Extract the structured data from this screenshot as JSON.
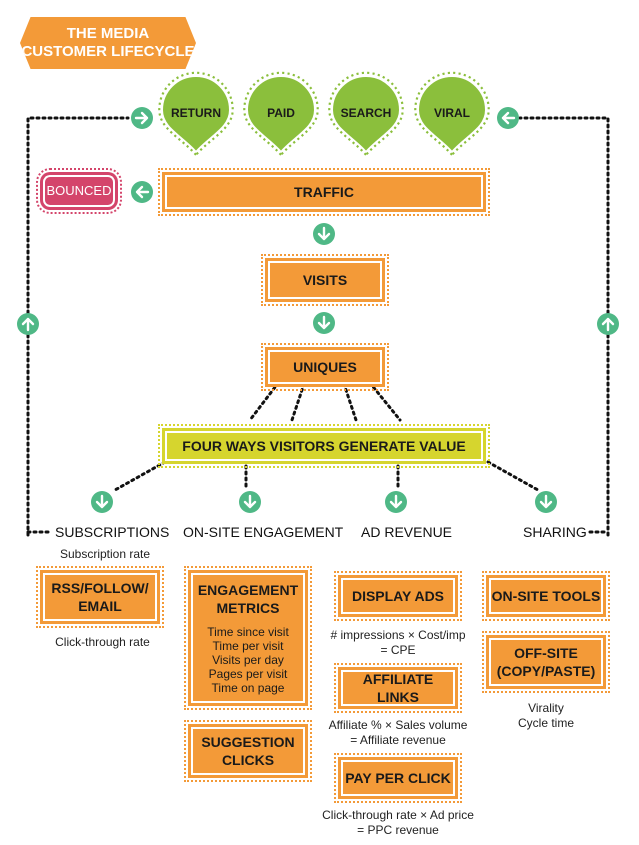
{
  "title": {
    "line1": "THE MEDIA",
    "line2": "CUSTOMER LIFECYCLE"
  },
  "sources": [
    "RETURN",
    "PAID",
    "SEARCH",
    "VIRAL"
  ],
  "bounced": "BOUNCED",
  "traffic": "TRAFFIC",
  "visits": "VISITS",
  "uniques": "UNIQUES",
  "four_ways": "FOUR WAYS VISITORS GENERATE VALUE",
  "categories": [
    "SUBSCRIPTIONS",
    "ON-SITE ENGAGEMENT",
    "AD REVENUE",
    "SHARING"
  ],
  "subscriptions": {
    "rate": "Subscription rate",
    "box": {
      "line1": "RSS/FOLLOW/",
      "line2": "EMAIL"
    },
    "note": "Click-through rate"
  },
  "engagement": {
    "box_title": {
      "line1": "ENGAGEMENT",
      "line2": "METRICS"
    },
    "metrics": [
      "Time since visit",
      "Time per visit",
      "Visits per day",
      "Pages per visit",
      "Time on page"
    ],
    "suggestion": {
      "line1": "SUGGESTION",
      "line2": "CLICKS"
    }
  },
  "ad_revenue": {
    "display": "DISPLAY ADS",
    "display_note": {
      "line1": "# impressions × Cost/imp",
      "line2": "= CPE"
    },
    "affiliate": "AFFILIATE LINKS",
    "affiliate_note": {
      "line1": "Affiliate % × Sales volume",
      "line2": "= Affiliate revenue"
    },
    "ppc": "PAY PER CLICK",
    "ppc_note": {
      "line1": "Click-through rate × Ad price",
      "line2": "= PPC revenue"
    }
  },
  "sharing": {
    "onsite": "ON-SITE TOOLS",
    "offsite": {
      "line1": "OFF-SITE",
      "line2": "(COPY/PASTE)"
    },
    "note": {
      "line1": "Virality",
      "line2": "Cycle time"
    }
  },
  "colors": {
    "orange": "#f39a38",
    "green_pin": "#8bbf3c",
    "teal": "#4fb886",
    "yellow": "#d6d52e",
    "red": "#d4456b"
  },
  "icons": {
    "flow": "arrow-circle-icon",
    "source": "map-pin-icon"
  }
}
